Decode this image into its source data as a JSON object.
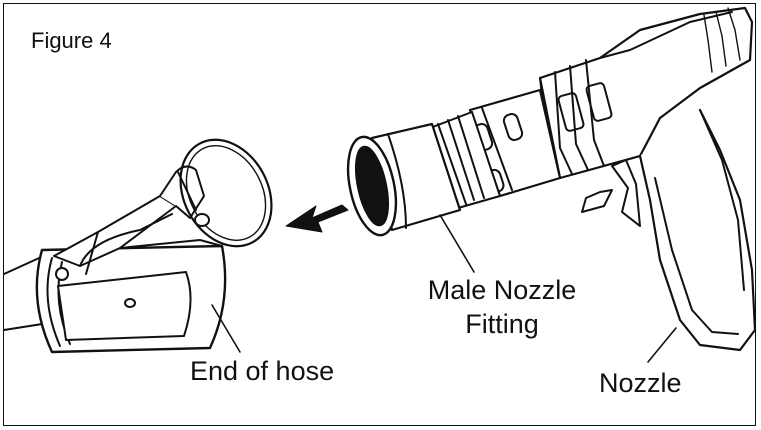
{
  "figure": {
    "title": "Figure 4",
    "labels": {
      "end_of_hose": "End of hose",
      "male_nozzle_fitting_line1": "Male Nozzle",
      "male_nozzle_fitting_line2": "Fitting",
      "nozzle": "Nozzle"
    },
    "colors": {
      "line": "#111111",
      "background": "#ffffff"
    }
  }
}
